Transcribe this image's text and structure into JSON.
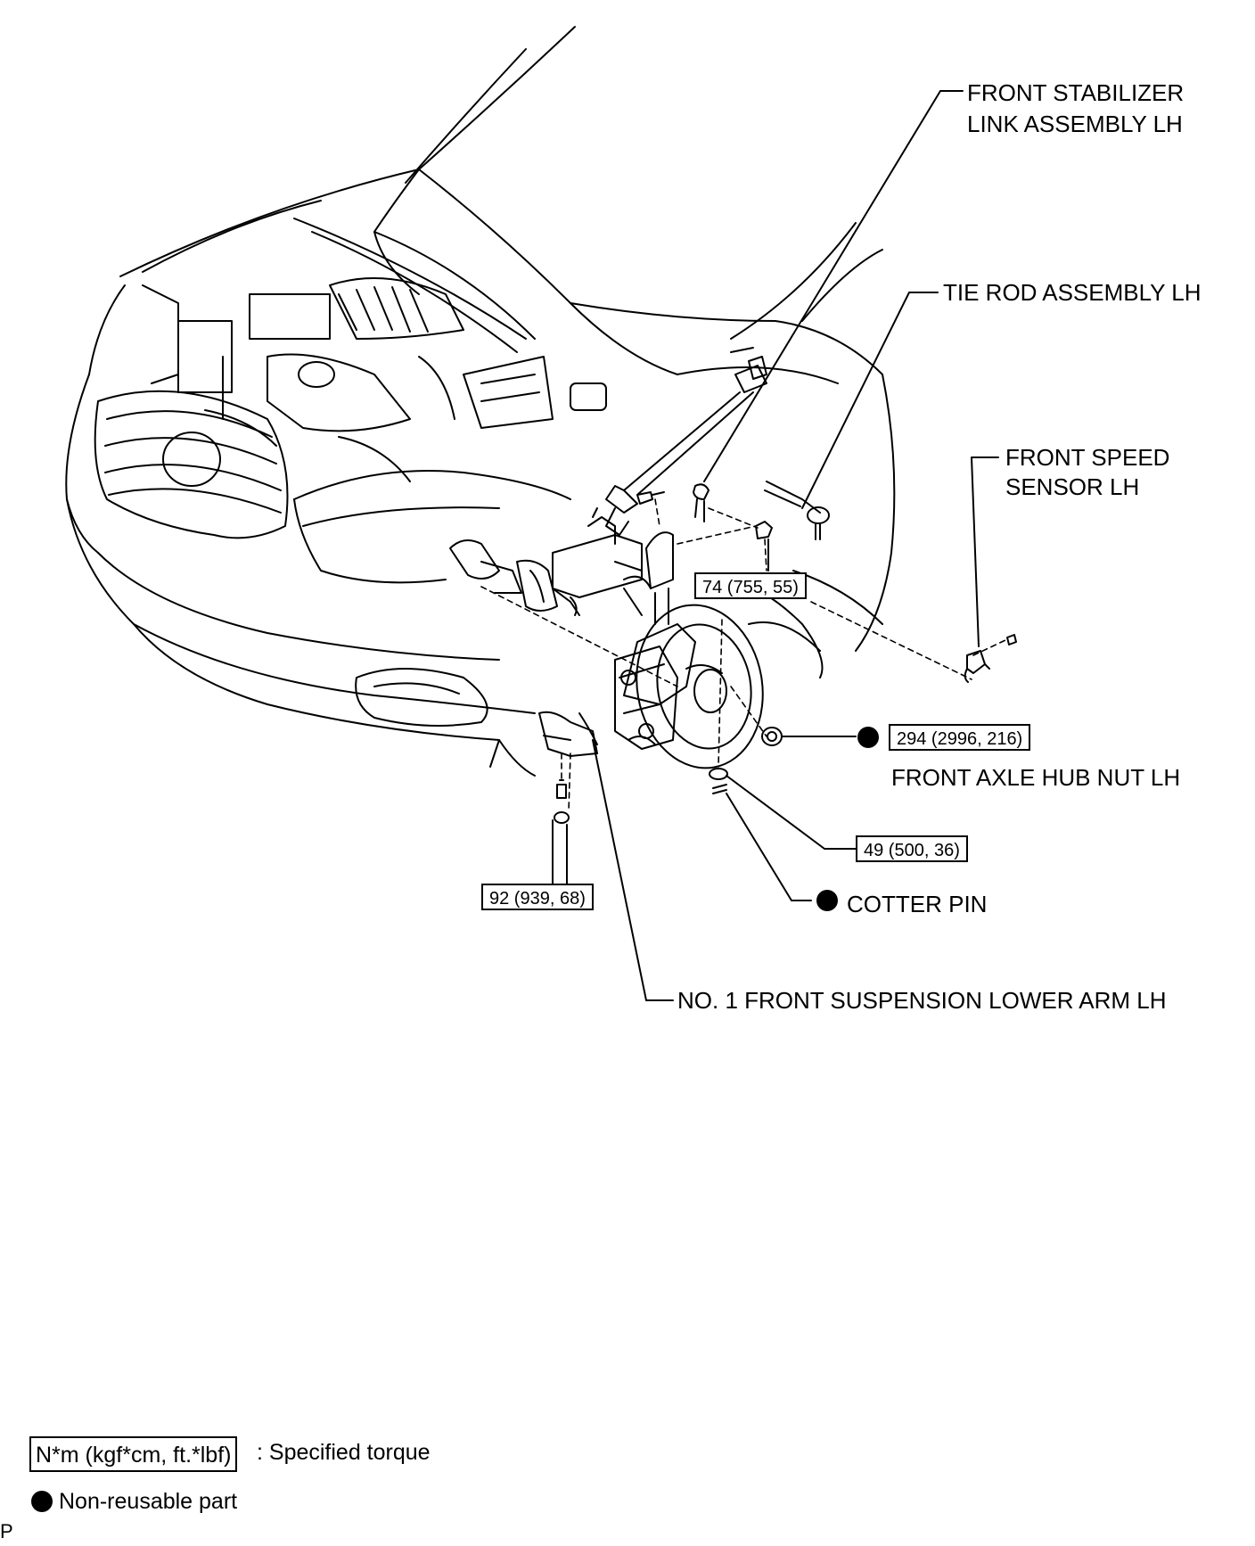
{
  "parts": {
    "stabilizer_link_line1": "FRONT STABILIZER",
    "stabilizer_link_line2": "LINK ASSEMBLY LH",
    "tie_rod": "TIE ROD ASSEMBLY LH",
    "speed_sensor_line1": "FRONT SPEED",
    "speed_sensor_line2": "SENSOR LH",
    "axle_hub_nut": "FRONT AXLE HUB NUT LH",
    "cotter_pin": "COTTER PIN",
    "lower_arm": "NO. 1 FRONT SUSPENSION LOWER ARM LH"
  },
  "torques": {
    "stabilizer_nut": "74 (755, 55)",
    "axle_hub_nut": "294 (2996, 216)",
    "tie_rod_nut": "49 (500, 36)",
    "lower_arm_bolt": "92 (939, 68)"
  },
  "legend": {
    "torque_unit": "N*m (kgf*cm, ft.*lbf)",
    "torque_desc": ": Specified torque",
    "nonreusable_desc": "Non-reusable part"
  },
  "footer_code": "P",
  "colors": {
    "line": "#000000",
    "background": "#ffffff"
  }
}
